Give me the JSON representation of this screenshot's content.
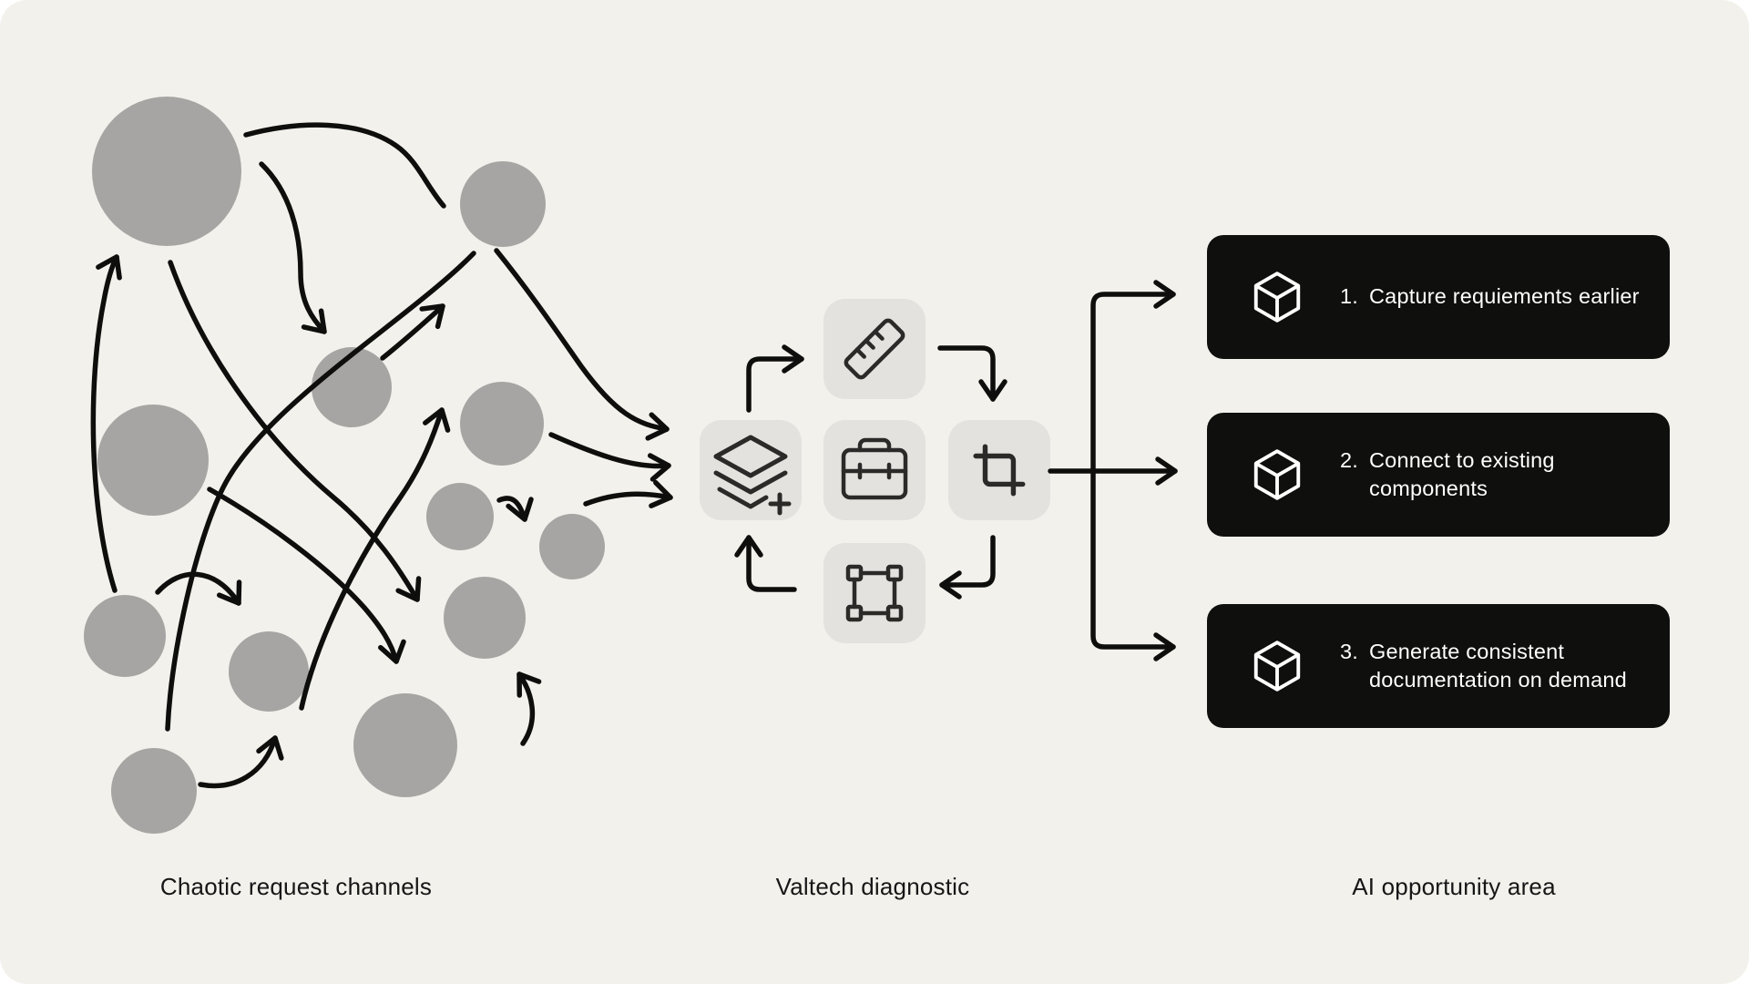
{
  "colors": {
    "page": "#ffffff",
    "canvas": "#f2f1ec",
    "node": "#a6a5a3",
    "tile": "#e4e2de",
    "line": "#0e0e0d",
    "icon": "#2b2a28",
    "card-bg": "#0f0f0e",
    "card-text": "#ffffff",
    "label": "#161616"
  },
  "captions": {
    "left": "Chaotic request channels",
    "middle": "Valtech diagnostic",
    "right": "AI opportunity area"
  },
  "cards": [
    {
      "num": "1.",
      "lines": [
        "Capture requiements earlier"
      ]
    },
    {
      "num": "2.",
      "lines": [
        "Connect to existing",
        "components"
      ]
    },
    {
      "num": "3.",
      "lines": [
        "Generate consistent",
        "documentation on demand"
      ]
    }
  ],
  "icons": {
    "tiles": [
      "layers-plus",
      "ruler",
      "toolbox",
      "crop",
      "vector-square"
    ],
    "card": "cube"
  }
}
